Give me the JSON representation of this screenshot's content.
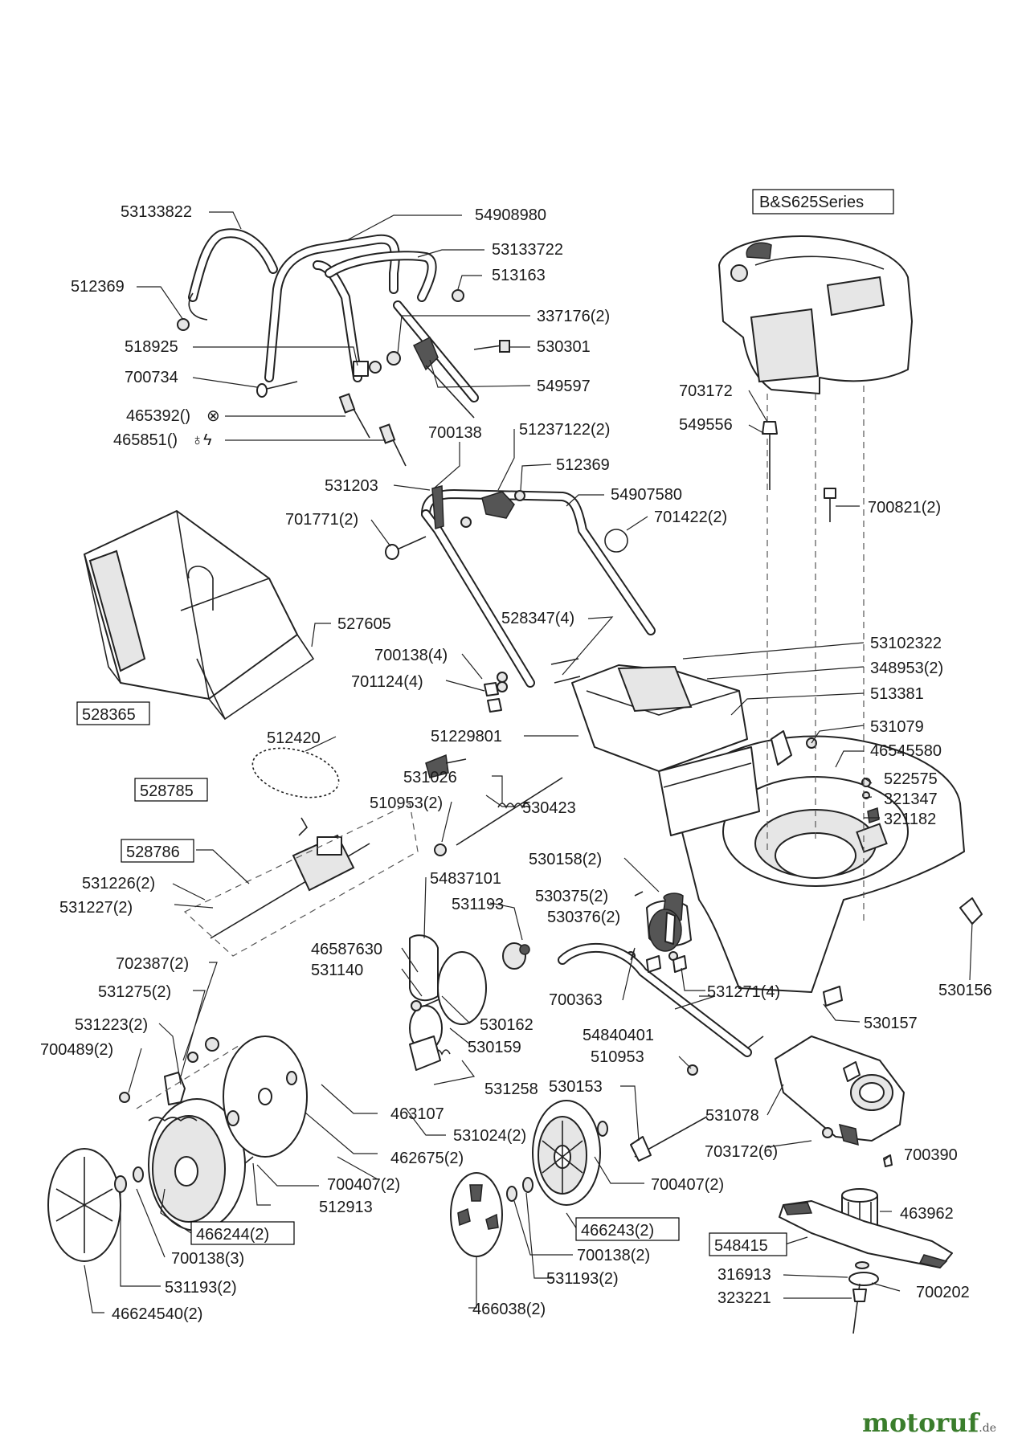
{
  "engine_box": "B&S625Series",
  "labels": {
    "l53133822": "53133822",
    "l54908980": "54908980",
    "l53133722": "53133722",
    "l512369a": "512369",
    "l513163": "513163",
    "l337176": "337176(2)",
    "l518925": "518925",
    "l530301": "530301",
    "l700734": "700734",
    "l549597": "549597",
    "l465392": "465392()",
    "l465851": "465851()",
    "l700138a": "700138",
    "l51237122": "51237122(2)",
    "l531203": "531203",
    "l512369b": "512369",
    "l54907580": "54907580",
    "l701771": "701771(2)",
    "l701422": "701422(2)",
    "l703172a": "703172",
    "l549556": "549556",
    "l700821": "700821(2)",
    "l527605": "527605",
    "l528347": "528347(4)",
    "l700138b": "700138(4)",
    "l701124": "701124(4)",
    "l53102322": "53102322",
    "l348953": "348953(2)",
    "l513381": "513381",
    "l51229801": "51229801",
    "l531079": "531079",
    "l46545580": "46545580",
    "l522575": "522575",
    "l321347": "321347",
    "l321182": "321182",
    "l531026": "531026",
    "l510953a": "510953(2)",
    "l530423": "530423",
    "l512420": "512420",
    "l530158": "530158(2)",
    "l54837101": "54837101",
    "l530375": "530375(2)",
    "l531193a": "531193",
    "l530376": "530376(2)",
    "l531226": "531226(2)",
    "l531227": "531227(2)",
    "l46587630": "46587630",
    "l531140": "531140",
    "l530156": "530156",
    "l702387": "702387(2)",
    "l531275": "531275(2)",
    "l531271": "531271(4)",
    "l700363": "700363",
    "l531223": "531223(2)",
    "l530162": "530162",
    "l530157": "530157",
    "l700489": "700489(2)",
    "l54840401": "54840401",
    "l530159": "530159",
    "l510953b": "510953",
    "l531258": "531258",
    "l530153": "530153",
    "l463107": "463107",
    "l531078": "531078",
    "l531024": "531024(2)",
    "l703172b": "703172(6)",
    "l462675": "462675(2)",
    "l700390": "700390",
    "l700407a": "700407(2)",
    "l700407b": "700407(2)",
    "l512913": "512913",
    "l463962": "463962",
    "l700138c": "700138(3)",
    "l700138d": "700138(2)",
    "l316913": "316913",
    "l531193b": "531193(2)",
    "l531193c": "531193(2)",
    "l700202": "700202",
    "l46624540": "46624540(2)",
    "l466038": "466038(2)",
    "l323221": "323221"
  },
  "boxed_labels": {
    "b528365": "528365",
    "b528785": "528785",
    "b528786": "528786",
    "b466244": "466244(2)",
    "b466243": "466243(2)",
    "b548415": "548415"
  },
  "watermark": {
    "name": "motoruf",
    "suffix": ".de"
  }
}
